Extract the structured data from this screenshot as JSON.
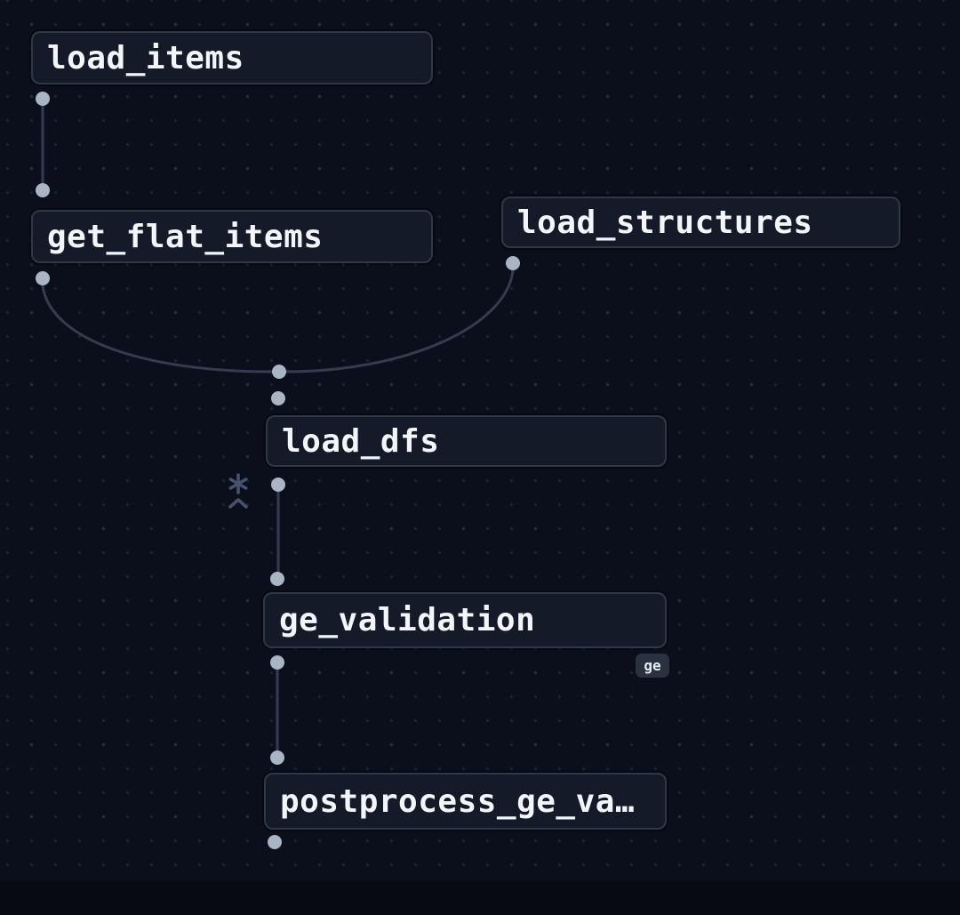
{
  "canvas": {
    "type": "op-graph-canvas",
    "description": "dark dotted-grid DAG view with monospace op nodes"
  },
  "nodes": [
    {
      "id": "load_items",
      "label": "load_items"
    },
    {
      "id": "get_flat_items",
      "label": "get_flat_items"
    },
    {
      "id": "load_structures",
      "label": "load_structures"
    },
    {
      "id": "load_dfs",
      "label": "load_dfs"
    },
    {
      "id": "ge_validation",
      "label": "ge_validation",
      "badge": "ge"
    },
    {
      "id": "postprocess_ge_validation",
      "label": "postprocess_ge_va…"
    }
  ],
  "edges": [
    {
      "from": "load_items",
      "to": "get_flat_items"
    },
    {
      "from": "get_flat_items",
      "to": "load_dfs"
    },
    {
      "from": "load_structures",
      "to": "load_dfs"
    },
    {
      "from": "load_dfs",
      "to": "ge_validation"
    },
    {
      "from": "ge_validation",
      "to": "postprocess_ge_validation"
    }
  ],
  "icons": {
    "fan_in_hint": [
      "asterisk-icon",
      "chevron-up-icon"
    ]
  },
  "colors": {
    "bg": "#0b0f1b",
    "dot": "#1c2434",
    "node-bg": "#151a28",
    "node-border": "#2f3849",
    "node-text": "#f2f5f9",
    "edge": "#343d50",
    "port": "#a9b4c4",
    "badge-bg": "#2a3140",
    "badge-text": "#e9ecf2",
    "hint": "#47526b"
  }
}
